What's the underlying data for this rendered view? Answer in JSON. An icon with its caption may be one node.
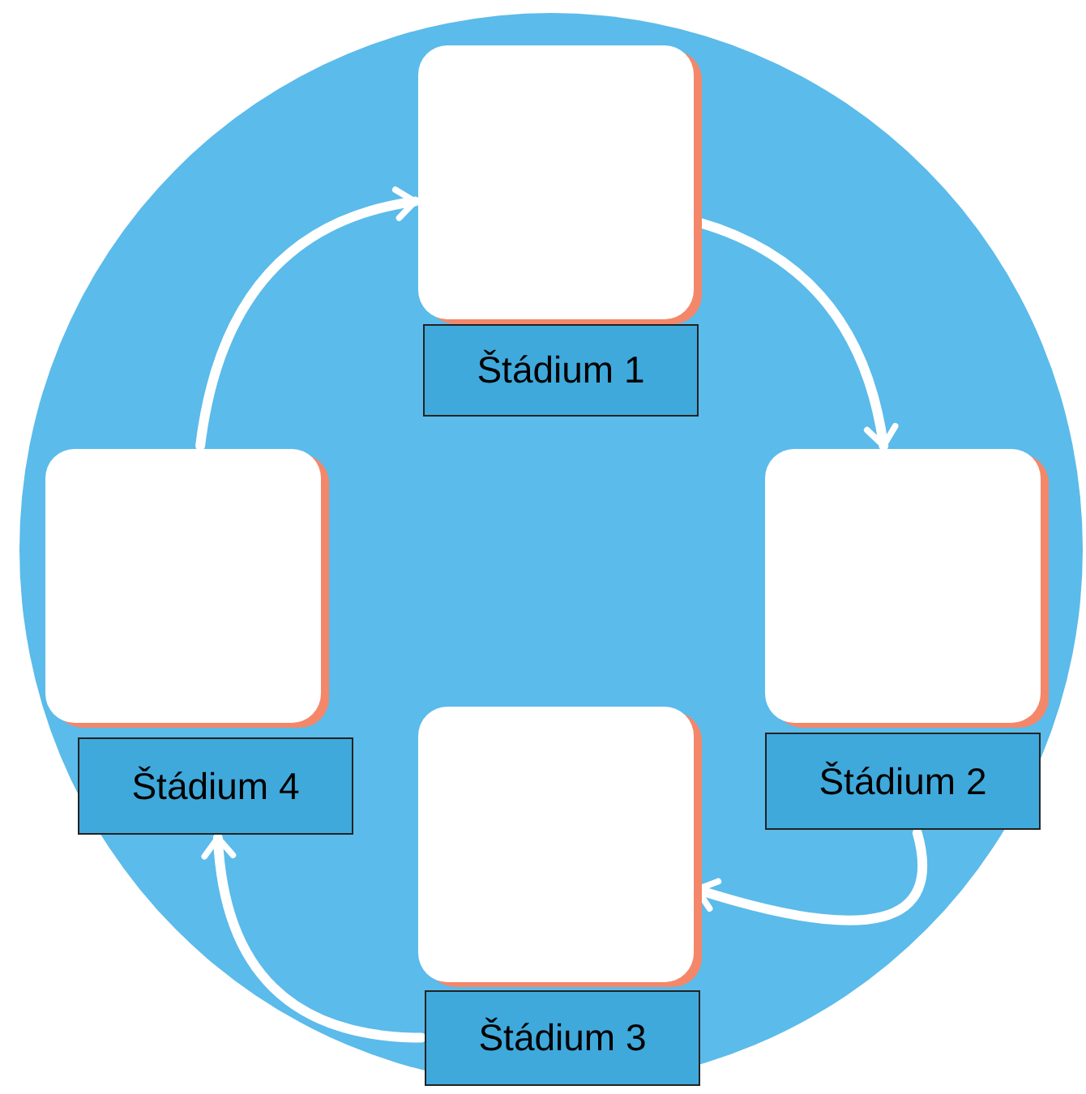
{
  "diagram": {
    "nodes": [
      {
        "text": [],
        "shape": "circle"
      },
      {
        "text": [],
        "shape": "box",
        "in": 0
      },
      {
        "text": [],
        "shape": "box",
        "in": 0
      },
      {
        "text": [],
        "shape": "box",
        "in": 0
      },
      {
        "text": [],
        "shape": "box",
        "in": 0
      },
      {
        "text": [
          "Štádium 1"
        ],
        "in": 0
      },
      {
        "text": [
          "Štádium 2"
        ],
        "in": 0
      },
      {
        "text": [
          "Štádium 3"
        ],
        "in": 0
      },
      {
        "text": [
          "Štádium 4"
        ],
        "in": 0
      }
    ],
    "edges": [
      {
        "from": 1,
        "to": 2,
        "arrow": "to"
      },
      {
        "from": 6,
        "to": 3,
        "arrow": "to"
      },
      {
        "from": 7,
        "to": 8,
        "arrow": "to"
      },
      {
        "from": 4,
        "to": 1,
        "arrow": "to"
      }
    ]
  }
}
